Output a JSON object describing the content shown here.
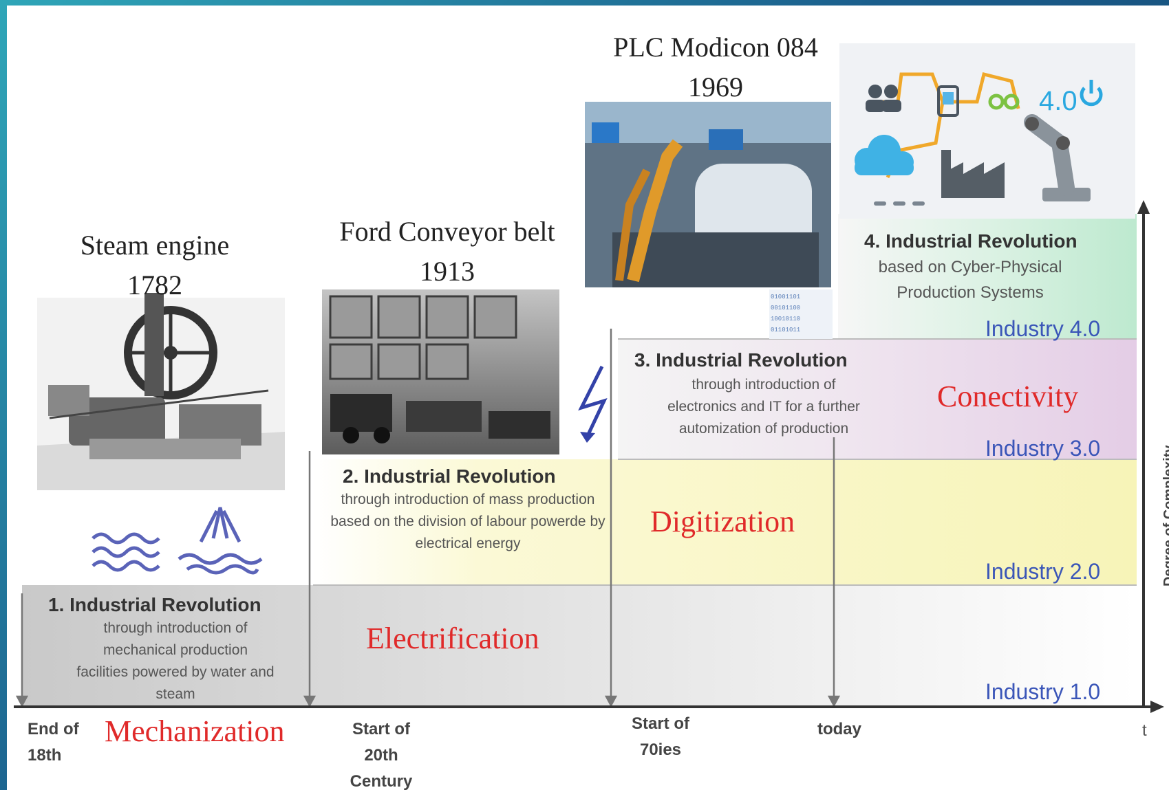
{
  "captions": {
    "steam": {
      "name": "Steam engine",
      "year": "1782"
    },
    "ford": {
      "name": "Ford Conveyor belt",
      "year": "1913"
    },
    "plc": {
      "name": "PLC Modicon 084",
      "year": "1969"
    }
  },
  "revolutions": [
    {
      "heading": "1. Industrial Revolution",
      "description": "through introduction of mechanical production facilities powered by water and steam"
    },
    {
      "heading": "2. Industrial Revolution",
      "description": "through introduction of mass production based on the division of labour powerde by electrical energy"
    },
    {
      "heading": "3. Industrial Revolution",
      "description": "through introduction of electronics and IT for a further automization of production"
    },
    {
      "heading": "4. Industrial Revolution",
      "description": "based on Cyber-Physical Production Systems"
    }
  ],
  "concepts": {
    "mechanization": "Mechanization",
    "electrification": "Electrification",
    "digitization": "Digitization",
    "connectivity": "Conectivity"
  },
  "levels": [
    "Industry 1.0",
    "Industry 2.0",
    "Industry 3.0",
    "Industry 4.0"
  ],
  "timeline": {
    "t1": [
      "End of",
      "18th"
    ],
    "t2": [
      "Start of",
      "20th",
      "Century"
    ],
    "t3": [
      "Start of",
      "70ies"
    ],
    "t4": "today",
    "axis": "t"
  },
  "y_axis_label": "Degree of Complexity",
  "badge_4_0": "4.0",
  "binary_text": [
    "01001101",
    "00101100",
    "10010110",
    "01101011"
  ],
  "colors": {
    "band1": "#d6d6d6",
    "band2": "#faf8cc",
    "band3": "#ecdcec",
    "band4": "#d4f0df",
    "concept_red": "#e02a2a",
    "industry_blue": "#3b56b8",
    "frame_teal": "#1b5e8c"
  },
  "icons": [
    "waves-icon",
    "steam-fountain-icon",
    "lightning-icon",
    "users-icon",
    "tablet-icon",
    "gears-icon",
    "power-icon",
    "cloud-icon",
    "factory-icon",
    "robot-arm-icon"
  ]
}
